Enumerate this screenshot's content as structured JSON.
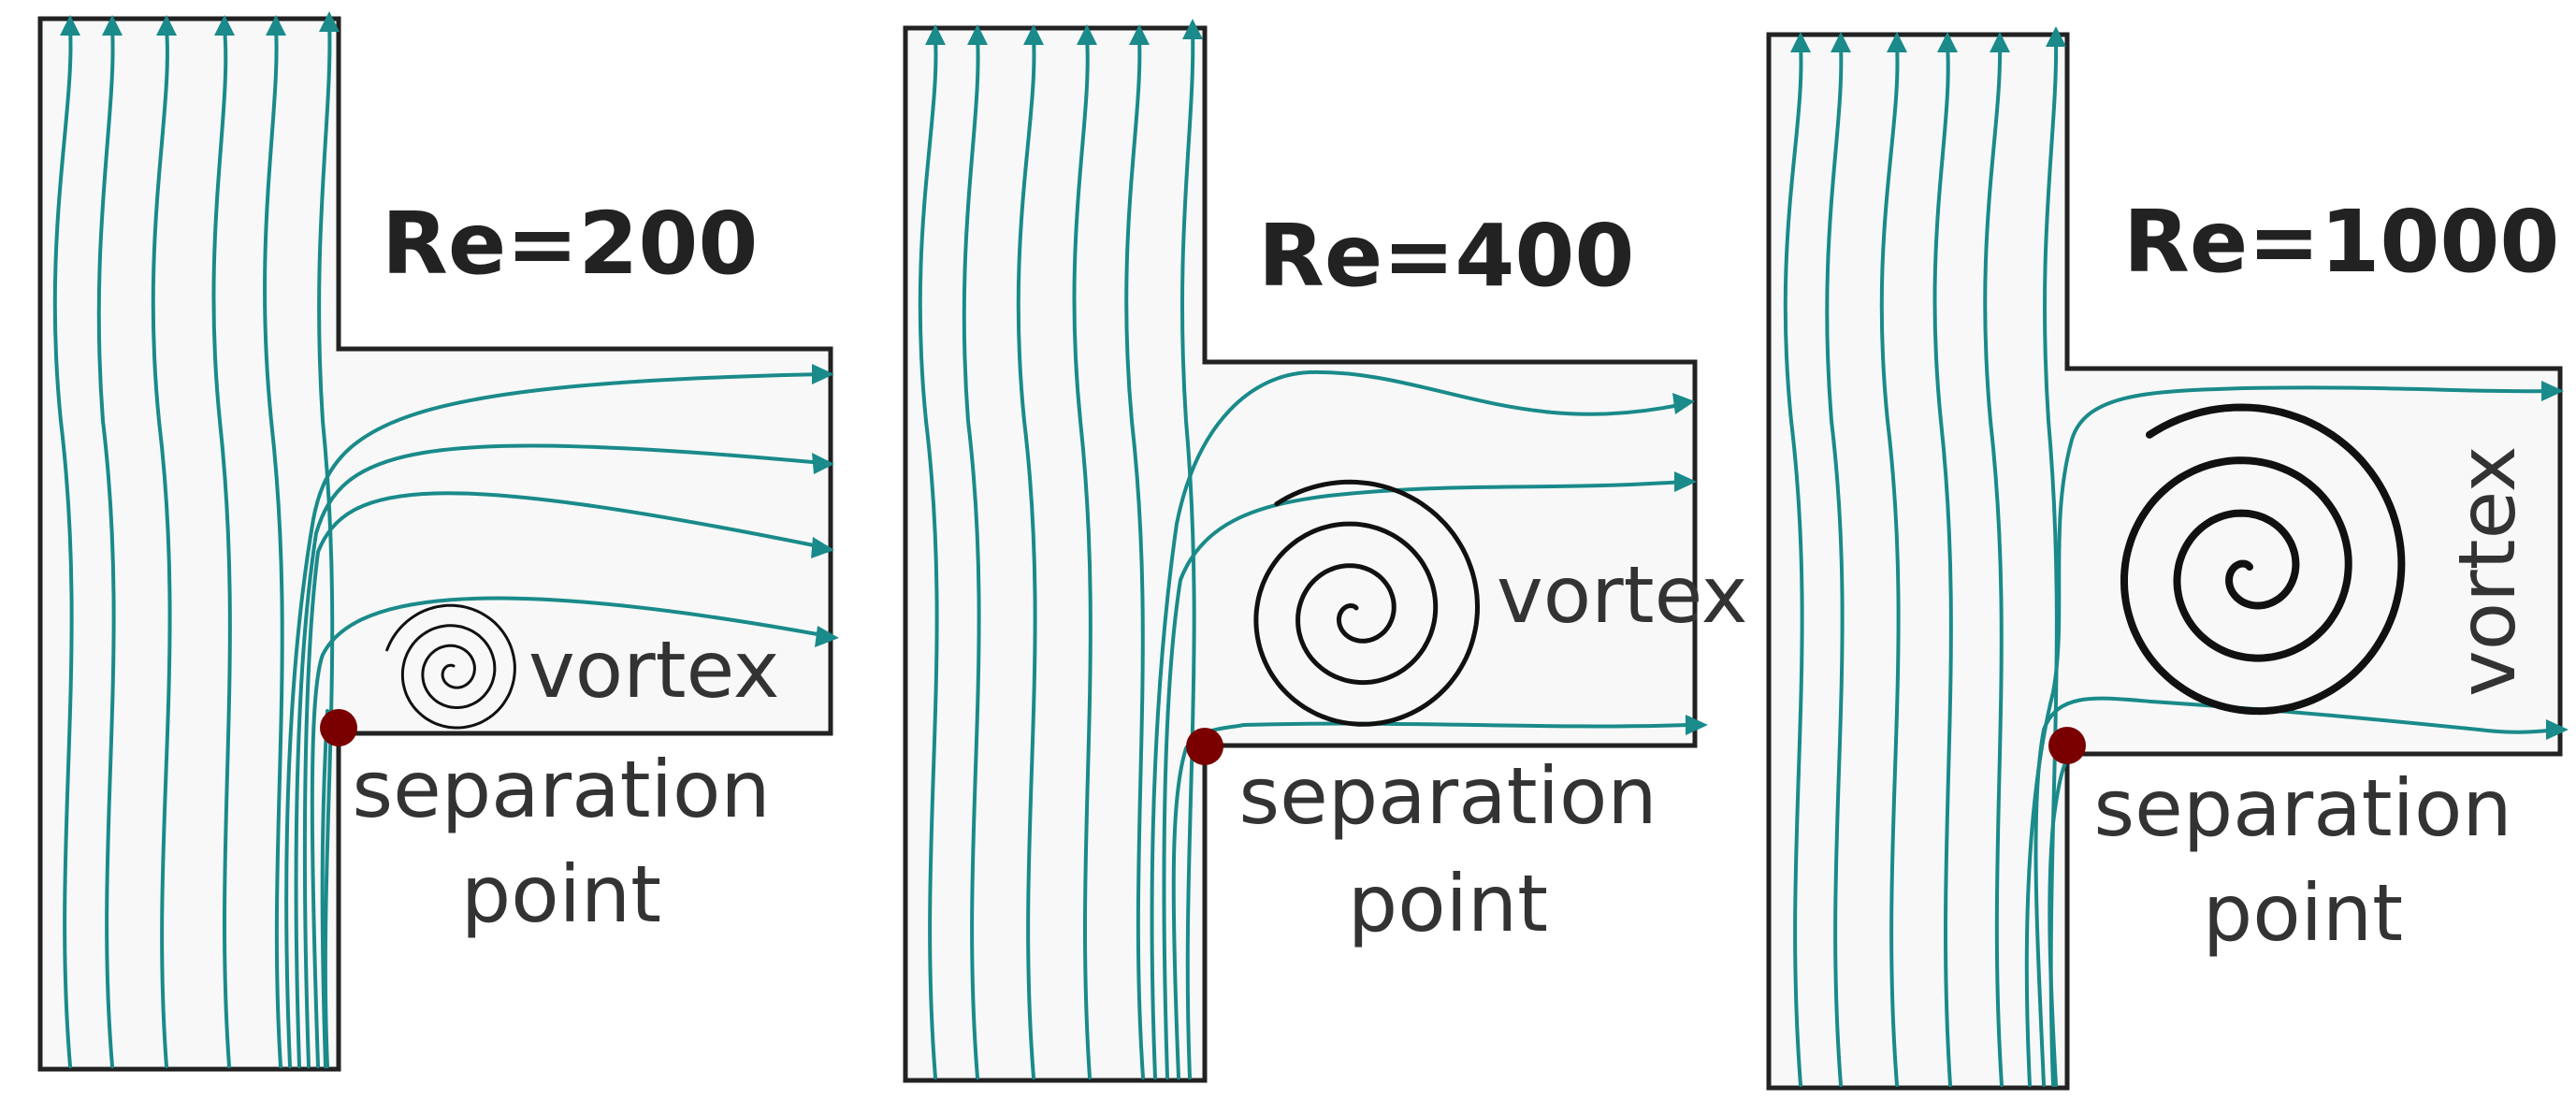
{
  "panels": [
    {
      "re_label": "Re=200",
      "vortex_label": "vortex",
      "separation_line1": "separation",
      "separation_line2": "point"
    },
    {
      "re_label": "Re=400",
      "vortex_label": "vortex",
      "separation_line1": "separation",
      "separation_line2": "point"
    },
    {
      "re_label": "Re=1000",
      "vortex_label": "vortex",
      "separation_line1": "separation",
      "separation_line2": "point"
    }
  ],
  "colors": {
    "streamline": "#1a8a8a",
    "separation_point": "#7a0000",
    "domain_fill": "#f8f8f8",
    "outline": "#222222"
  }
}
